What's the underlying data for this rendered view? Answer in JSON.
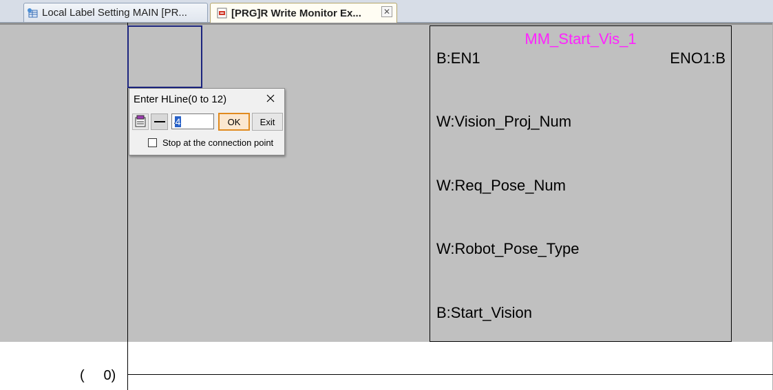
{
  "tabs": [
    {
      "label": "Local Label Setting MAIN [PR...",
      "active": false,
      "icon": "label-table-icon"
    },
    {
      "label": "[PRG]R Write Monitor Ex...",
      "active": true,
      "icon": "program-icon"
    }
  ],
  "ladder": {
    "function_block": {
      "instance_name": "MM_Start_Vis_1",
      "en_label": "B:EN1",
      "eno_label": "ENO1:B",
      "inputs": [
        "W:Vision_Proj_Num",
        "W:Req_Pose_Num",
        "W:Robot_Pose_Type",
        "B:Start_Vision"
      ]
    },
    "step_number": "(     0)"
  },
  "dialog": {
    "title": "Enter HLine(0 to 12)",
    "value": "4",
    "ok_label": "OK",
    "exit_label": "Exit",
    "checkbox_label": "Stop at the connection point",
    "checkbox_checked": false
  },
  "colors": {
    "instance_name": "#ff22ff",
    "editor_background": "#c0c0c0",
    "ok_focus_border": "#e08a1e"
  }
}
